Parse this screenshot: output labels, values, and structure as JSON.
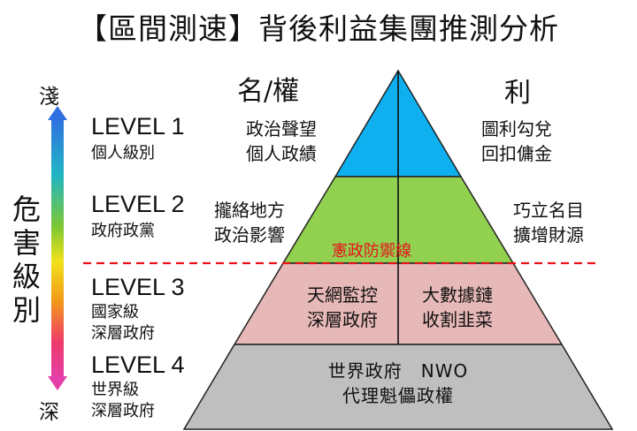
{
  "title": "【區間測速】背後利益集團推測分析",
  "scale": {
    "top_label": "淺",
    "bottom_label": "深",
    "axis_label": "危害級別",
    "gradient": [
      "#2f6fe0",
      "#21b6c4",
      "#7ec832",
      "#f2e21a",
      "#f39a1a",
      "#ee3a6a",
      "#e43fa8"
    ]
  },
  "columns": {
    "left": "名/權",
    "right": "利"
  },
  "levels": [
    {
      "name": "LEVEL 1",
      "desc": "個人級別",
      "left": "政治聲望\n個人政績",
      "right": "圖利勾兌\n回扣傭金",
      "color": "#0fb0f0"
    },
    {
      "name": "LEVEL 2",
      "desc": "政府政黨",
      "left": "攏絡地方\n政治影響",
      "right": "巧立名目\n擴增財源",
      "color": "#92d050"
    },
    {
      "name": "LEVEL 3",
      "desc": "國家級\n深層政府",
      "left": "天網監控\n深層政府",
      "right": "大數據鏈\n收割韭菜",
      "color": "#e6b8b7"
    },
    {
      "name": "LEVEL 4",
      "desc": "世界級\n深層政府",
      "center": "世界政府　NWO\n代理魁儡政權",
      "color": "#bfbfbf"
    }
  ],
  "divider_label": "憲政防禦線",
  "divider_color": "#e8121a"
}
